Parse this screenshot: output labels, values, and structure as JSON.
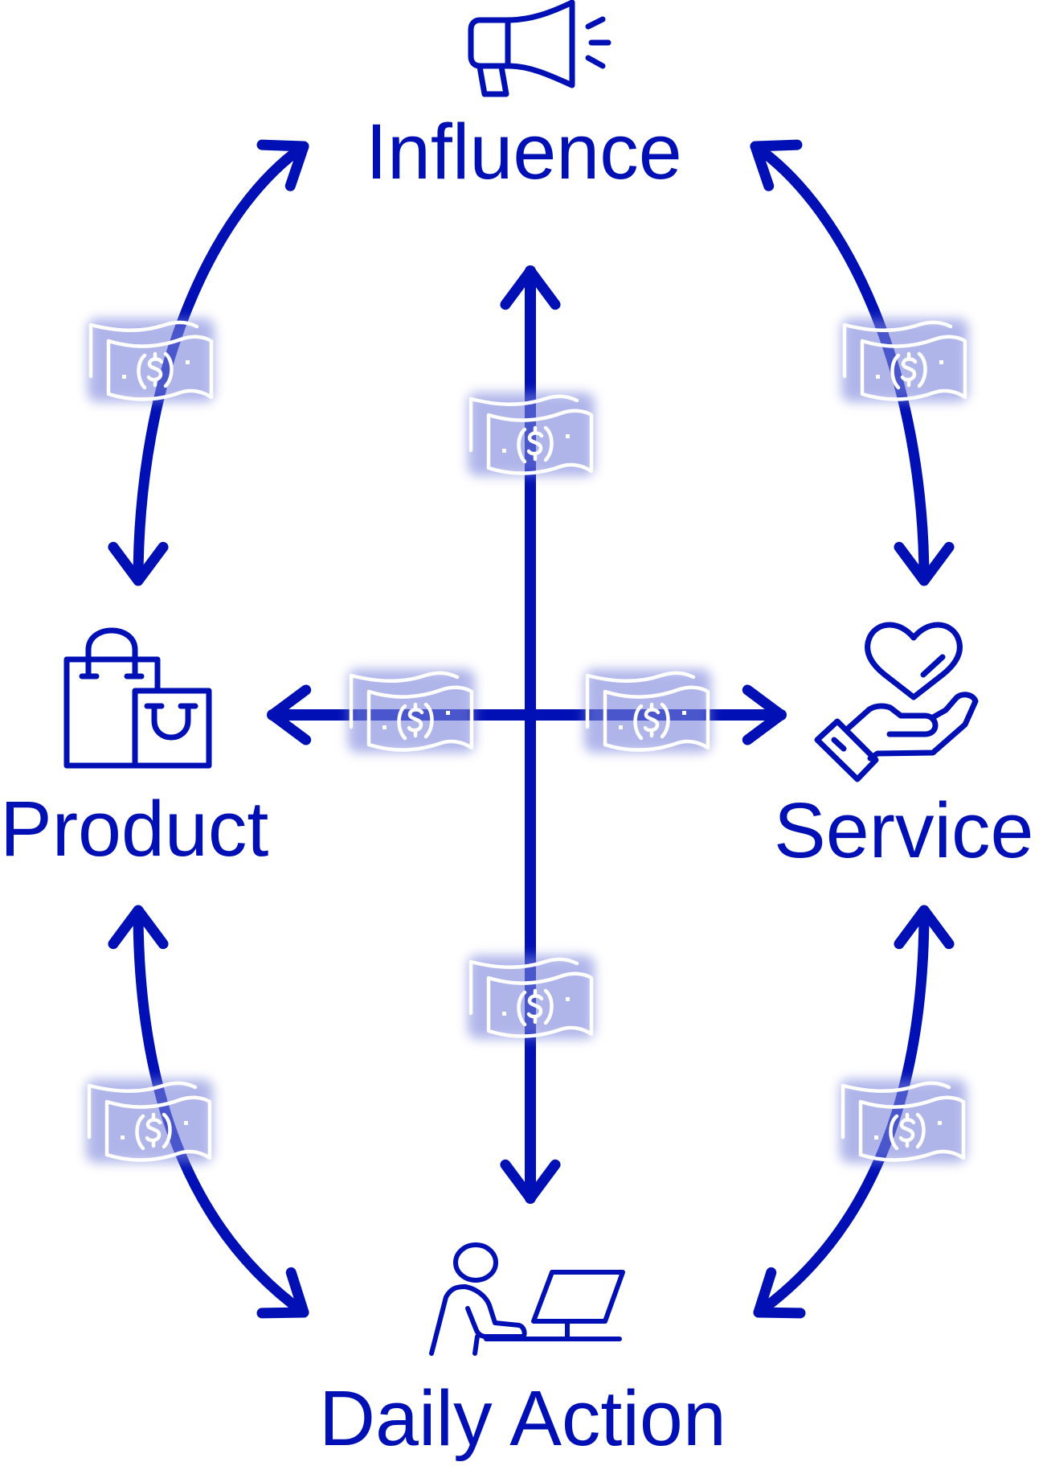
{
  "diagram": {
    "colors": {
      "primary": "#0010b4",
      "money_glow": "#7c85dc",
      "money_stroke": "#ffffff",
      "background": "#ffffff"
    },
    "nodes": [
      {
        "id": "influence",
        "label": "Influence",
        "icon": "megaphone-icon"
      },
      {
        "id": "product",
        "label": "Product",
        "icon": "shopping-bags-icon"
      },
      {
        "id": "service",
        "label": "Service",
        "icon": "heart-in-hand-icon"
      },
      {
        "id": "daily_action",
        "label": "Daily Action",
        "icon": "person-at-computer-icon"
      }
    ],
    "connections": [
      {
        "from": "product",
        "to": "influence",
        "type": "bidirectional",
        "money_icons": 1
      },
      {
        "from": "influence",
        "to": "service",
        "type": "bidirectional",
        "money_icons": 1
      },
      {
        "from": "product",
        "to": "daily_action",
        "type": "bidirectional",
        "money_icons": 1
      },
      {
        "from": "service",
        "to": "daily_action",
        "type": "bidirectional",
        "money_icons": 1
      },
      {
        "from": "influence",
        "to": "daily_action",
        "type": "bidirectional",
        "money_icons": 2
      },
      {
        "from": "product",
        "to": "service",
        "type": "bidirectional",
        "money_icons": 2
      }
    ],
    "money_icon": "money-bill-dollar-icon"
  }
}
